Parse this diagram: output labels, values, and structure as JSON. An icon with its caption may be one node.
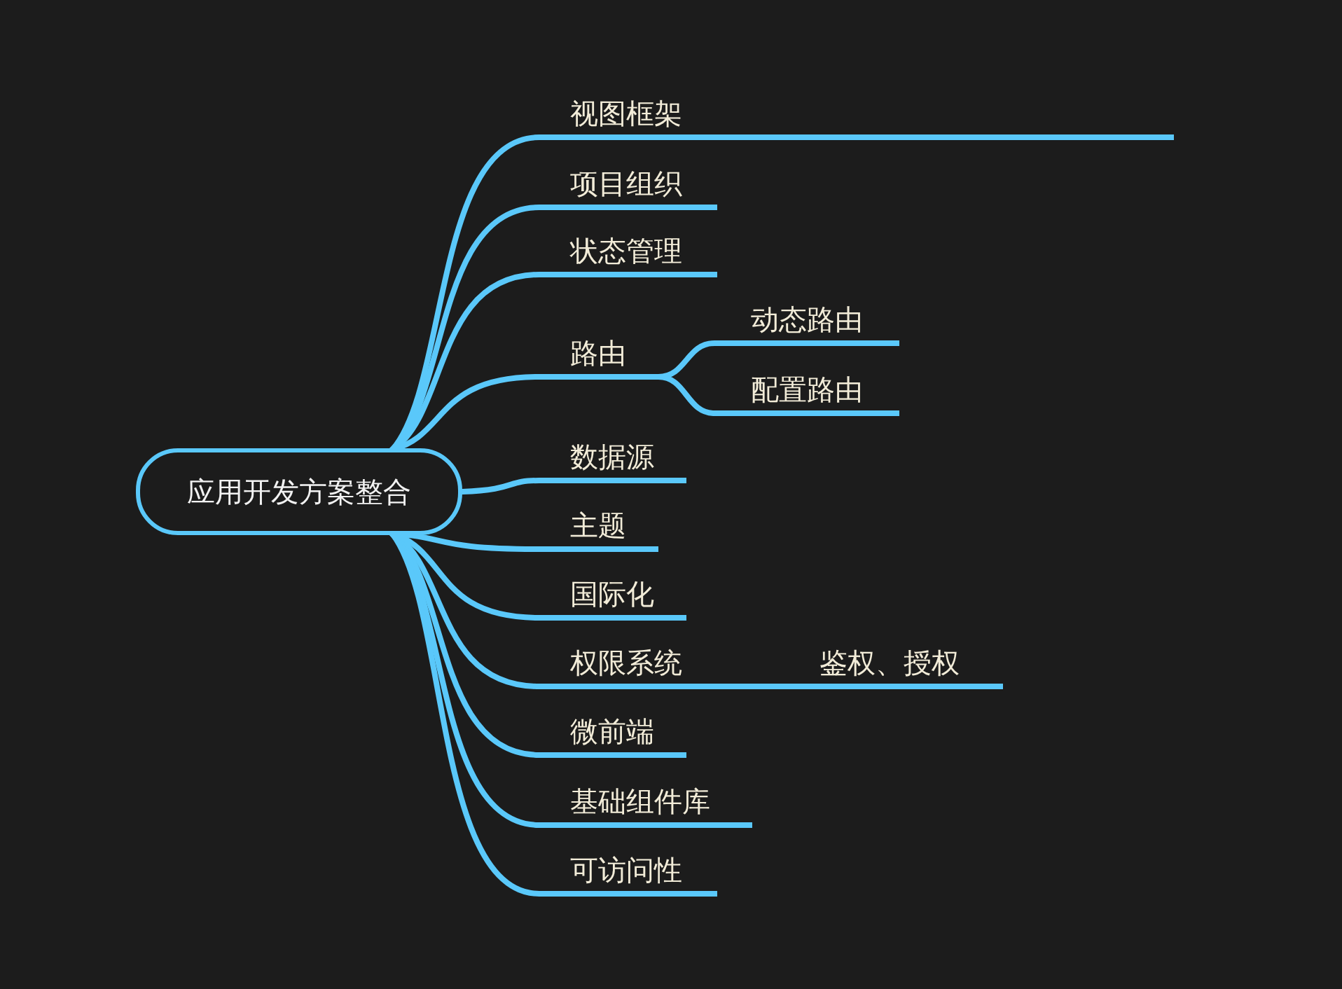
{
  "diagram": {
    "nodes": [
      {
        "text": [
          "应用开发方案整合"
        ]
      },
      {
        "text": [
          "视图框架"
        ]
      },
      {
        "text": [],
        "shape": "bar"
      },
      {
        "text": [
          "项目组织"
        ]
      },
      {
        "text": [
          "状态管理"
        ]
      },
      {
        "text": [
          "路由"
        ]
      },
      {
        "text": [
          "动态路由"
        ]
      },
      {
        "text": [
          "配置路由"
        ]
      },
      {
        "text": [
          "数据源"
        ]
      },
      {
        "text": [
          "主题"
        ]
      },
      {
        "text": [
          "国际化"
        ]
      },
      {
        "text": [
          "权限系统"
        ]
      },
      {
        "text": [
          "鉴权、授权"
        ]
      },
      {
        "text": [
          "微前端"
        ]
      },
      {
        "text": [
          "基础组件库"
        ]
      },
      {
        "text": [
          "可访问性"
        ]
      }
    ],
    "edges": [
      {
        "from": 0,
        "to": 1,
        "arrow": "none"
      },
      {
        "from": 1,
        "to": 2,
        "arrow": "none"
      },
      {
        "from": 0,
        "to": 3,
        "arrow": "none"
      },
      {
        "from": 0,
        "to": 4,
        "arrow": "none"
      },
      {
        "from": 0,
        "to": 5,
        "arrow": "none"
      },
      {
        "from": 5,
        "to": 6,
        "arrow": "none"
      },
      {
        "from": 5,
        "to": 7,
        "arrow": "none"
      },
      {
        "from": 0,
        "to": 8,
        "arrow": "none"
      },
      {
        "from": 0,
        "to": 9,
        "arrow": "none"
      },
      {
        "from": 0,
        "to": 10,
        "arrow": "none"
      },
      {
        "from": 0,
        "to": 11,
        "arrow": "none"
      },
      {
        "from": 11,
        "to": 12,
        "arrow": "none"
      },
      {
        "from": 0,
        "to": 13,
        "arrow": "none"
      },
      {
        "from": 0,
        "to": 14,
        "arrow": "none"
      },
      {
        "from": 0,
        "to": 15,
        "arrow": "none"
      }
    ]
  }
}
